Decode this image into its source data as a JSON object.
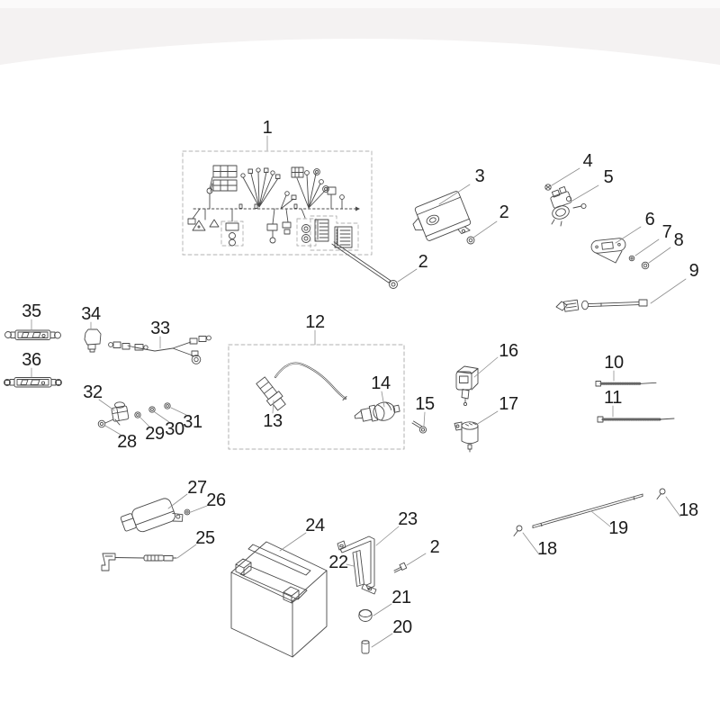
{
  "colors": {
    "page_bg": "#ffffff",
    "header_band": "#f4f2f2",
    "header_top": "#fbfafa",
    "line": "#4a4a4a",
    "leader": "#8f8f8f",
    "label": "#1c1c1c",
    "dash_box": "#b0b0b0"
  },
  "callouts": [
    {
      "label": "1"
    },
    {
      "label": "3"
    },
    {
      "label": "2"
    },
    {
      "label": "4"
    },
    {
      "label": "5"
    },
    {
      "label": "6"
    },
    {
      "label": "7"
    },
    {
      "label": "8"
    },
    {
      "label": "2"
    },
    {
      "label": "9"
    },
    {
      "label": "35"
    },
    {
      "label": "34"
    },
    {
      "label": "33"
    },
    {
      "label": "12"
    },
    {
      "label": "36"
    },
    {
      "label": "10"
    },
    {
      "label": "11"
    },
    {
      "label": "32"
    },
    {
      "label": "14"
    },
    {
      "label": "16"
    },
    {
      "label": "15"
    },
    {
      "label": "17"
    },
    {
      "label": "13"
    },
    {
      "label": "28"
    },
    {
      "label": "29"
    },
    {
      "label": "30"
    },
    {
      "label": "31"
    },
    {
      "label": "27"
    },
    {
      "label": "26"
    },
    {
      "label": "18"
    },
    {
      "label": "25"
    },
    {
      "label": "24"
    },
    {
      "label": "23"
    },
    {
      "label": "19"
    },
    {
      "label": "18"
    },
    {
      "label": "22"
    },
    {
      "label": "2"
    },
    {
      "label": "21"
    },
    {
      "label": "20"
    }
  ]
}
